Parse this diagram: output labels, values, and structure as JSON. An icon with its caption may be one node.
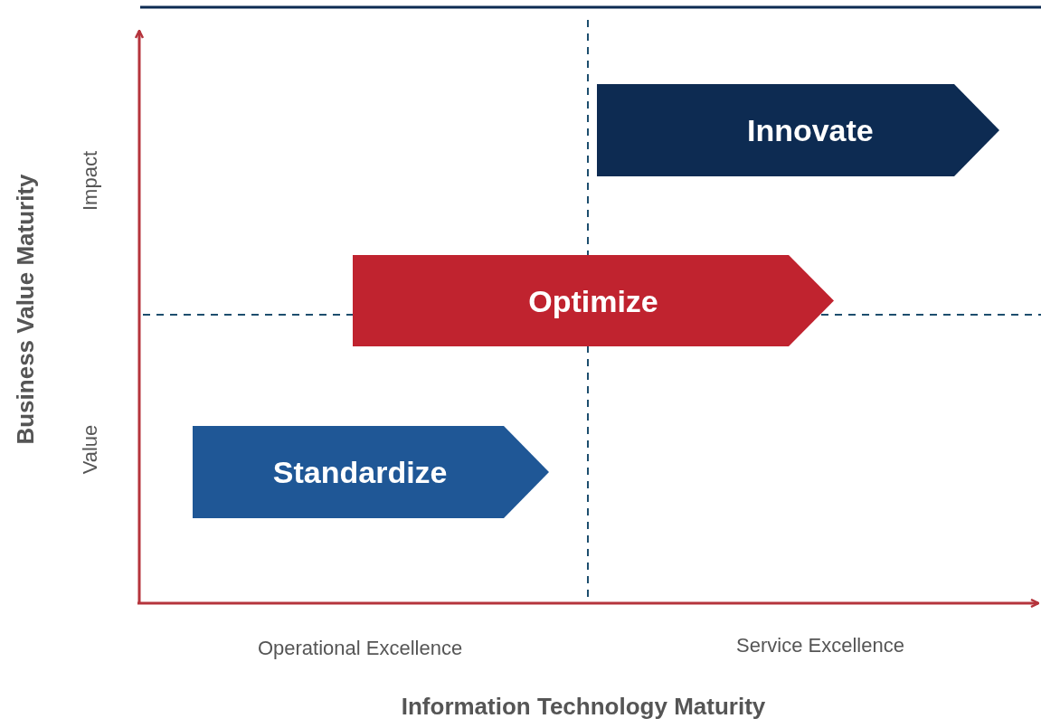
{
  "diagram": {
    "nodes": [
      {
        "text": [
          "Innovate"
        ]
      },
      {
        "text": [
          "Optimize"
        ]
      },
      {
        "text": [
          "Standardize"
        ]
      }
    ],
    "edges": [],
    "labels": [
      "Business Value Maturity",
      "Impact",
      "Value",
      "Operational Excellence",
      "Service Excellence",
      "Information Technology Maturity"
    ]
  }
}
